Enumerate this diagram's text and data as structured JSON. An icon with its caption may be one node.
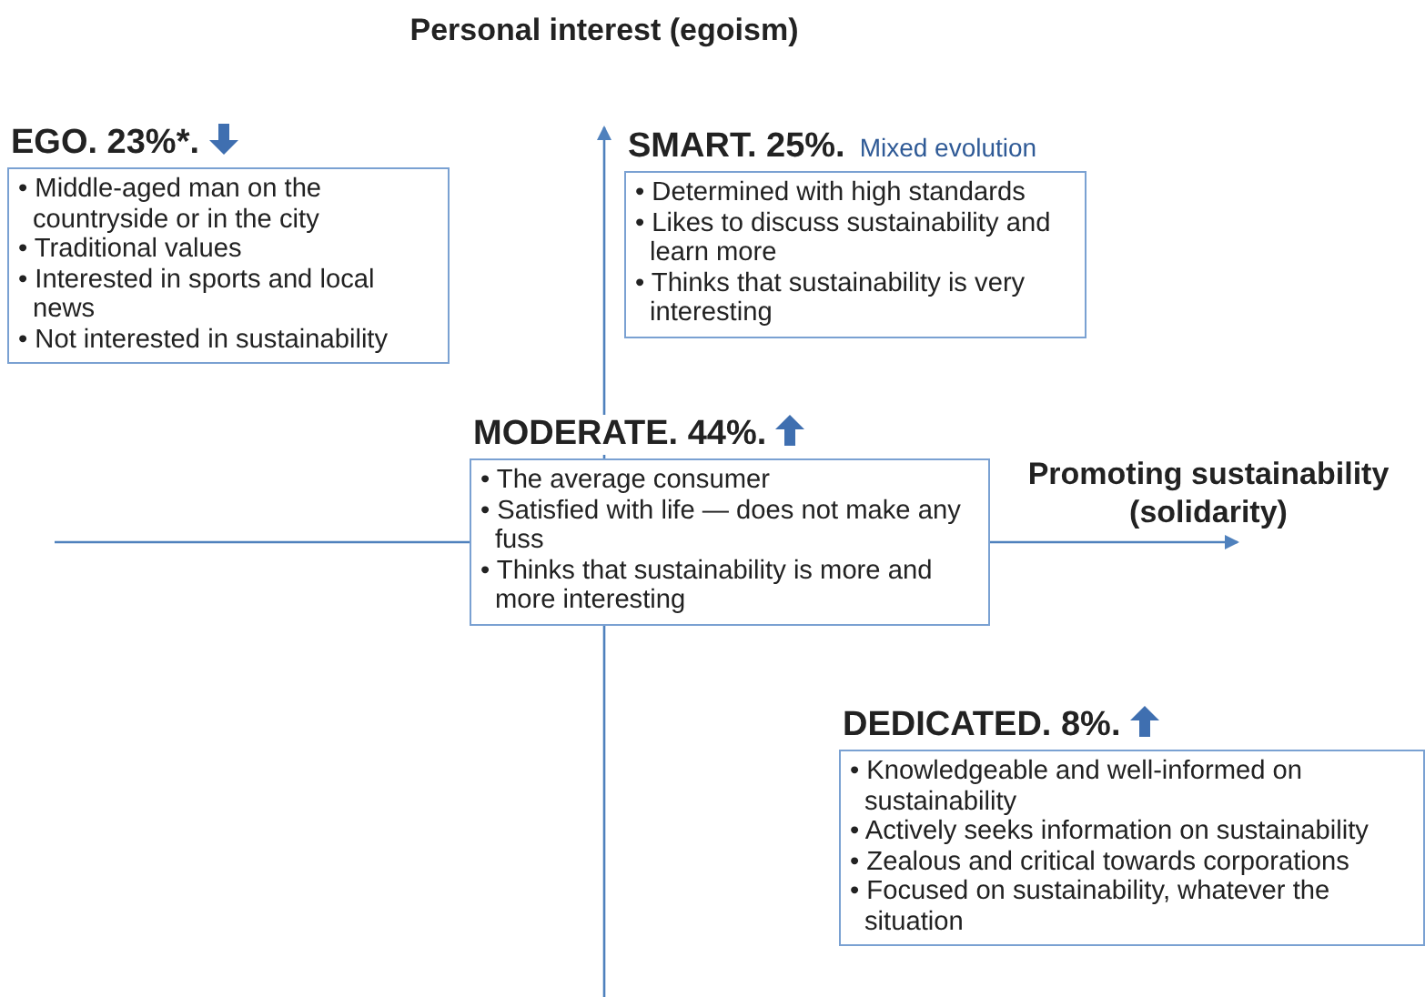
{
  "diagram": {
    "nodes": [
      {
        "text": [
          "EGO. 23%*.",
          "• Middle-aged man on the countryside or in the city",
          "• Traditional values",
          "• Interested in sports and local news",
          "• Not interested in sustainability"
        ]
      },
      {
        "text": [
          "SMART. 25%.",
          "• Determined with high standards",
          "• Likes to discuss sustainability and learn more",
          "• Thinks that sustainability is very interesting"
        ],
        "beside": [
          "Mixed evolution"
        ]
      },
      {
        "text": [
          "MODERATE. 44%.",
          "• The average consumer",
          "• Satisfied with life — does not make any fuss",
          "• Thinks that sustainability is more and more interesting"
        ]
      },
      {
        "text": [
          "DEDICATED. 8%.",
          "• Knowledgeable and well-informed on sustainability",
          "• Actively seeks information on sustainability",
          "• Zealous and critical towards corporations",
          "• Focused on sustainability, whatever the situation"
        ]
      }
    ],
    "edges": [],
    "labels": [
      "Personal interest (egoism)",
      "Promoting sustainability (solidarity)"
    ]
  }
}
